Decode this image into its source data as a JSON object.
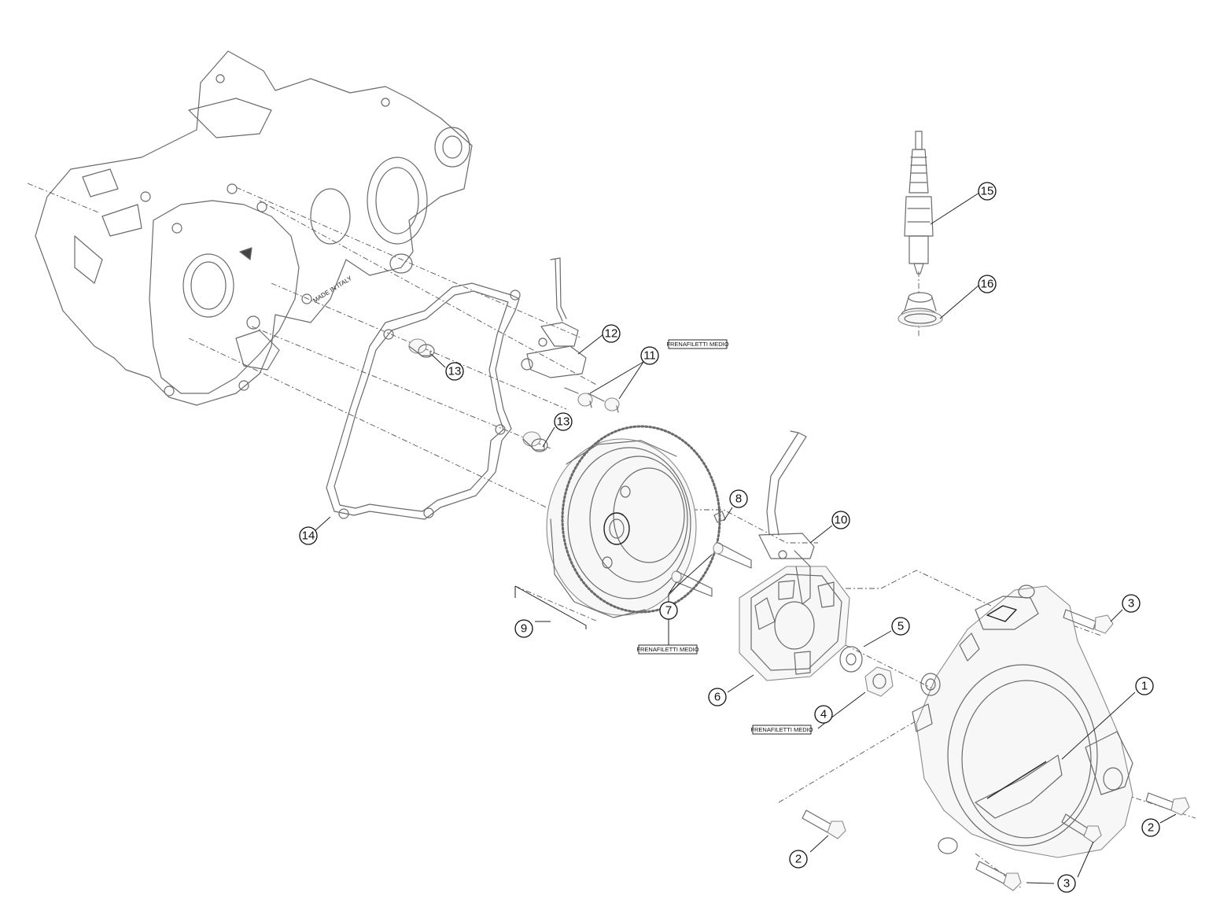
{
  "callouts": [
    {
      "id": "c1",
      "label": "1"
    },
    {
      "id": "c2a",
      "label": "2"
    },
    {
      "id": "c2b",
      "label": "2"
    },
    {
      "id": "c3a",
      "label": "3"
    },
    {
      "id": "c3b",
      "label": "3"
    },
    {
      "id": "c4",
      "label": "4"
    },
    {
      "id": "c5",
      "label": "5"
    },
    {
      "id": "c6",
      "label": "6"
    },
    {
      "id": "c7",
      "label": "7"
    },
    {
      "id": "c8",
      "label": "8"
    },
    {
      "id": "c9",
      "label": "9"
    },
    {
      "id": "c10",
      "label": "10"
    },
    {
      "id": "c11",
      "label": "11"
    },
    {
      "id": "c12",
      "label": "12"
    },
    {
      "id": "c13a",
      "label": "13"
    },
    {
      "id": "c13b",
      "label": "13"
    },
    {
      "id": "c14",
      "label": "14"
    },
    {
      "id": "c15",
      "label": "15"
    },
    {
      "id": "c16",
      "label": "16"
    }
  ],
  "notes": [
    {
      "id": "n11",
      "text": "FRENAFILETTI MEDIO"
    },
    {
      "id": "n7",
      "text": "FRENAFILETTI MEDIO"
    },
    {
      "id": "n4",
      "text": "FRENAFILETTI MEDIO"
    }
  ],
  "casting_text": {
    "crankcase": "MADE IN ITALY"
  }
}
